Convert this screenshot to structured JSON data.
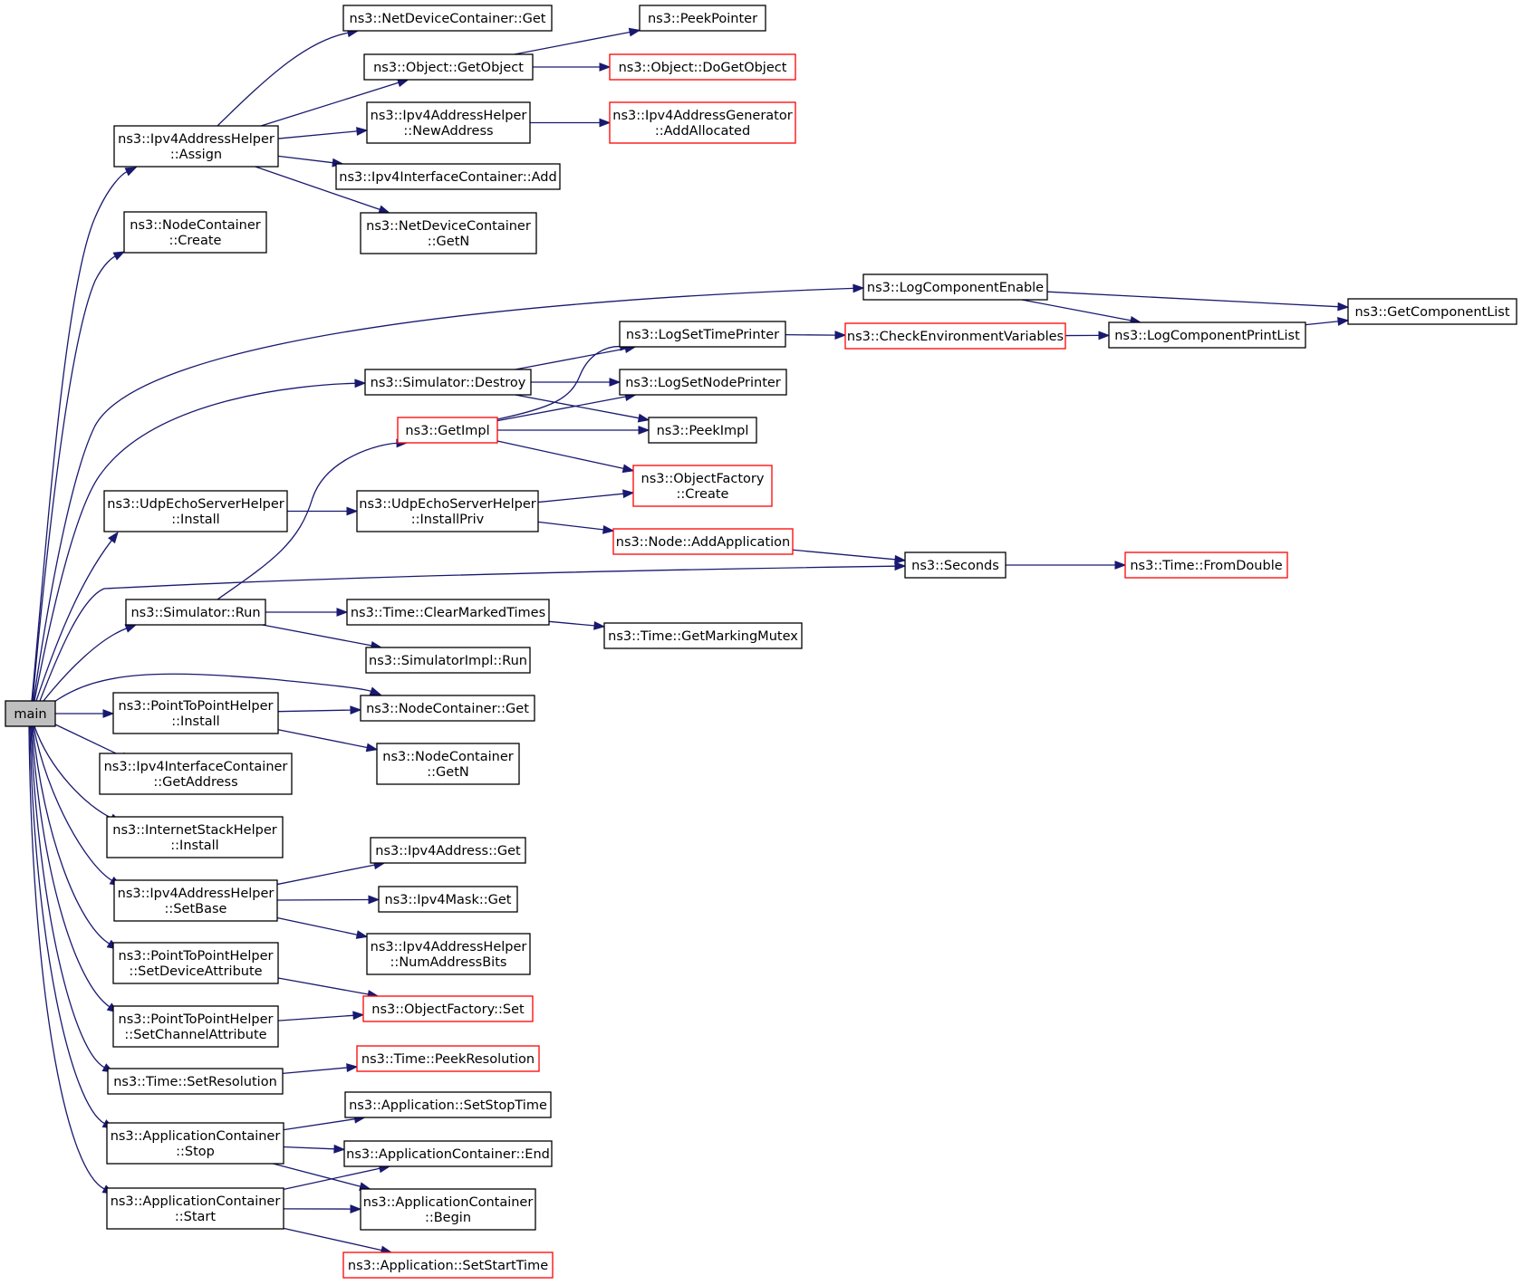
{
  "graph": {
    "colors": {
      "edge": "#191970",
      "border_default": "#000000",
      "border_undocumented": "#ff0000",
      "root_fill": "#bfbfbf",
      "background": "#ffffff"
    },
    "nodes": [
      {
        "id": "main",
        "lines": [
          "main"
        ],
        "style": "root"
      },
      {
        "id": "ipv4-address-helper-assign",
        "lines": [
          "ns3::Ipv4AddressHelper",
          "::Assign"
        ],
        "style": "normal"
      },
      {
        "id": "node-container-create",
        "lines": [
          "ns3::NodeContainer",
          "::Create"
        ],
        "style": "normal"
      },
      {
        "id": "net-device-container-get",
        "lines": [
          "ns3::NetDeviceContainer::Get"
        ],
        "style": "normal"
      },
      {
        "id": "object-get-object",
        "lines": [
          "ns3::Object::GetObject"
        ],
        "style": "normal"
      },
      {
        "id": "ipv4-address-helper-new-address",
        "lines": [
          "ns3::Ipv4AddressHelper",
          "::NewAddress"
        ],
        "style": "normal"
      },
      {
        "id": "ipv4-interface-container-add",
        "lines": [
          "ns3::Ipv4InterfaceContainer::Add"
        ],
        "style": "normal"
      },
      {
        "id": "net-device-container-get-n",
        "lines": [
          "ns3::NetDeviceContainer",
          "::GetN"
        ],
        "style": "normal"
      },
      {
        "id": "peek-pointer",
        "lines": [
          "ns3::PeekPointer"
        ],
        "style": "normal"
      },
      {
        "id": "object-do-get-object",
        "lines": [
          "ns3::Object::DoGetObject"
        ],
        "style": "red"
      },
      {
        "id": "ipv4-address-generator-add-allocated",
        "lines": [
          "ns3::Ipv4AddressGenerator",
          "::AddAllocated"
        ],
        "style": "red"
      },
      {
        "id": "log-component-enable",
        "lines": [
          "ns3::LogComponentEnable"
        ],
        "style": "normal"
      },
      {
        "id": "get-component-list",
        "lines": [
          "ns3::GetComponentList"
        ],
        "style": "normal"
      },
      {
        "id": "log-component-print-list",
        "lines": [
          "ns3::LogComponentPrintList"
        ],
        "style": "normal"
      },
      {
        "id": "log-set-time-printer",
        "lines": [
          "ns3::LogSetTimePrinter"
        ],
        "style": "normal"
      },
      {
        "id": "check-environment-variables",
        "lines": [
          "ns3::CheckEnvironmentVariables"
        ],
        "style": "red"
      },
      {
        "id": "simulator-destroy",
        "lines": [
          "ns3::Simulator::Destroy"
        ],
        "style": "normal"
      },
      {
        "id": "log-set-node-printer",
        "lines": [
          "ns3::LogSetNodePrinter"
        ],
        "style": "normal"
      },
      {
        "id": "get-impl",
        "lines": [
          "ns3::GetImpl"
        ],
        "style": "red"
      },
      {
        "id": "peek-impl",
        "lines": [
          "ns3::PeekImpl"
        ],
        "style": "normal"
      },
      {
        "id": "object-factory-create",
        "lines": [
          "ns3::ObjectFactory",
          "::Create"
        ],
        "style": "red"
      },
      {
        "id": "udp-echo-server-helper-install",
        "lines": [
          "ns3::UdpEchoServerHelper",
          "::Install"
        ],
        "style": "normal"
      },
      {
        "id": "udp-echo-server-helper-install-priv",
        "lines": [
          "ns3::UdpEchoServerHelper",
          "::InstallPriv"
        ],
        "style": "normal"
      },
      {
        "id": "node-add-application",
        "lines": [
          "ns3::Node::AddApplication"
        ],
        "style": "red"
      },
      {
        "id": "seconds",
        "lines": [
          "ns3::Seconds"
        ],
        "style": "normal"
      },
      {
        "id": "time-from-double",
        "lines": [
          "ns3::Time::FromDouble"
        ],
        "style": "red"
      },
      {
        "id": "simulator-run",
        "lines": [
          "ns3::Simulator::Run"
        ],
        "style": "normal"
      },
      {
        "id": "time-clear-marked-times",
        "lines": [
          "ns3::Time::ClearMarkedTimes"
        ],
        "style": "normal"
      },
      {
        "id": "time-get-marking-mutex",
        "lines": [
          "ns3::Time::GetMarkingMutex"
        ],
        "style": "normal"
      },
      {
        "id": "simulator-impl-run",
        "lines": [
          "ns3::SimulatorImpl::Run"
        ],
        "style": "normal"
      },
      {
        "id": "point-to-point-helper-install",
        "lines": [
          "ns3::PointToPointHelper",
          "::Install"
        ],
        "style": "normal"
      },
      {
        "id": "node-container-get",
        "lines": [
          "ns3::NodeContainer::Get"
        ],
        "style": "normal"
      },
      {
        "id": "node-container-get-n",
        "lines": [
          "ns3::NodeContainer",
          "::GetN"
        ],
        "style": "normal"
      },
      {
        "id": "ipv4-interface-container-get-address",
        "lines": [
          "ns3::Ipv4InterfaceContainer",
          "::GetAddress"
        ],
        "style": "normal"
      },
      {
        "id": "internet-stack-helper-install",
        "lines": [
          "ns3::InternetStackHelper",
          "::Install"
        ],
        "style": "normal"
      },
      {
        "id": "ipv4-address-helper-set-base",
        "lines": [
          "ns3::Ipv4AddressHelper",
          "::SetBase"
        ],
        "style": "normal"
      },
      {
        "id": "ipv4-address-get",
        "lines": [
          "ns3::Ipv4Address::Get"
        ],
        "style": "normal"
      },
      {
        "id": "ipv4-mask-get",
        "lines": [
          "ns3::Ipv4Mask::Get"
        ],
        "style": "normal"
      },
      {
        "id": "ipv4-address-helper-num-address-bits",
        "lines": [
          "ns3::Ipv4AddressHelper",
          "::NumAddressBits"
        ],
        "style": "normal"
      },
      {
        "id": "point-to-point-helper-set-device-attribute",
        "lines": [
          "ns3::PointToPointHelper",
          "::SetDeviceAttribute"
        ],
        "style": "normal"
      },
      {
        "id": "object-factory-set",
        "lines": [
          "ns3::ObjectFactory::Set"
        ],
        "style": "red"
      },
      {
        "id": "point-to-point-helper-set-channel-attribute",
        "lines": [
          "ns3::PointToPointHelper",
          "::SetChannelAttribute"
        ],
        "style": "normal"
      },
      {
        "id": "time-set-resolution",
        "lines": [
          "ns3::Time::SetResolution"
        ],
        "style": "normal"
      },
      {
        "id": "time-peek-resolution",
        "lines": [
          "ns3::Time::PeekResolution"
        ],
        "style": "red"
      },
      {
        "id": "application-container-stop",
        "lines": [
          "ns3::ApplicationContainer",
          "::Stop"
        ],
        "style": "normal"
      },
      {
        "id": "application-set-stop-time",
        "lines": [
          "ns3::Application::SetStopTime"
        ],
        "style": "normal"
      },
      {
        "id": "application-container-end",
        "lines": [
          "ns3::ApplicationContainer::End"
        ],
        "style": "normal"
      },
      {
        "id": "application-container-begin",
        "lines": [
          "ns3::ApplicationContainer",
          "::Begin"
        ],
        "style": "normal"
      },
      {
        "id": "application-container-start",
        "lines": [
          "ns3::ApplicationContainer",
          "::Start"
        ],
        "style": "normal"
      },
      {
        "id": "application-set-start-time",
        "lines": [
          "ns3::Application::SetStartTime"
        ],
        "style": "red"
      }
    ],
    "edges": [
      [
        "main",
        "ipv4-address-helper-assign"
      ],
      [
        "main",
        "node-container-create"
      ],
      [
        "main",
        "log-component-enable"
      ],
      [
        "main",
        "simulator-destroy"
      ],
      [
        "main",
        "udp-echo-server-helper-install"
      ],
      [
        "main",
        "seconds"
      ],
      [
        "main",
        "simulator-run"
      ],
      [
        "main",
        "node-container-get"
      ],
      [
        "main",
        "point-to-point-helper-install"
      ],
      [
        "main",
        "ipv4-interface-container-get-address"
      ],
      [
        "main",
        "internet-stack-helper-install"
      ],
      [
        "main",
        "ipv4-address-helper-set-base"
      ],
      [
        "main",
        "point-to-point-helper-set-device-attribute"
      ],
      [
        "main",
        "point-to-point-helper-set-channel-attribute"
      ],
      [
        "main",
        "time-set-resolution"
      ],
      [
        "main",
        "application-container-stop"
      ],
      [
        "main",
        "application-container-start"
      ],
      [
        "ipv4-address-helper-assign",
        "net-device-container-get"
      ],
      [
        "ipv4-address-helper-assign",
        "object-get-object"
      ],
      [
        "ipv4-address-helper-assign",
        "ipv4-address-helper-new-address"
      ],
      [
        "ipv4-address-helper-assign",
        "ipv4-interface-container-add"
      ],
      [
        "ipv4-address-helper-assign",
        "net-device-container-get-n"
      ],
      [
        "object-get-object",
        "peek-pointer"
      ],
      [
        "object-get-object",
        "object-do-get-object"
      ],
      [
        "ipv4-address-helper-new-address",
        "ipv4-address-generator-add-allocated"
      ],
      [
        "log-component-enable",
        "get-component-list"
      ],
      [
        "log-component-enable",
        "log-component-print-list"
      ],
      [
        "log-component-print-list",
        "get-component-list"
      ],
      [
        "log-set-time-printer",
        "check-environment-variables"
      ],
      [
        "check-environment-variables",
        "log-component-print-list"
      ],
      [
        "simulator-destroy",
        "log-set-time-printer"
      ],
      [
        "simulator-destroy",
        "log-set-node-printer"
      ],
      [
        "simulator-destroy",
        "peek-impl"
      ],
      [
        "get-impl",
        "log-set-time-printer"
      ],
      [
        "get-impl",
        "log-set-node-printer"
      ],
      [
        "get-impl",
        "peek-impl"
      ],
      [
        "get-impl",
        "object-factory-create"
      ],
      [
        "udp-echo-server-helper-install",
        "udp-echo-server-helper-install-priv"
      ],
      [
        "udp-echo-server-helper-install-priv",
        "object-factory-create"
      ],
      [
        "udp-echo-server-helper-install-priv",
        "node-add-application"
      ],
      [
        "node-add-application",
        "seconds"
      ],
      [
        "seconds",
        "time-from-double"
      ],
      [
        "simulator-run",
        "get-impl"
      ],
      [
        "simulator-run",
        "time-clear-marked-times"
      ],
      [
        "simulator-run",
        "simulator-impl-run"
      ],
      [
        "time-clear-marked-times",
        "time-get-marking-mutex"
      ],
      [
        "point-to-point-helper-install",
        "node-container-get"
      ],
      [
        "point-to-point-helper-install",
        "node-container-get-n"
      ],
      [
        "ipv4-address-helper-set-base",
        "ipv4-address-get"
      ],
      [
        "ipv4-address-helper-set-base",
        "ipv4-mask-get"
      ],
      [
        "ipv4-address-helper-set-base",
        "ipv4-address-helper-num-address-bits"
      ],
      [
        "point-to-point-helper-set-device-attribute",
        "object-factory-set"
      ],
      [
        "point-to-point-helper-set-channel-attribute",
        "object-factory-set"
      ],
      [
        "time-set-resolution",
        "time-peek-resolution"
      ],
      [
        "application-container-stop",
        "application-set-stop-time"
      ],
      [
        "application-container-stop",
        "application-container-end"
      ],
      [
        "application-container-stop",
        "application-container-begin"
      ],
      [
        "application-container-start",
        "application-container-end"
      ],
      [
        "application-container-start",
        "application-container-begin"
      ],
      [
        "application-container-start",
        "application-set-start-time"
      ]
    ]
  }
}
